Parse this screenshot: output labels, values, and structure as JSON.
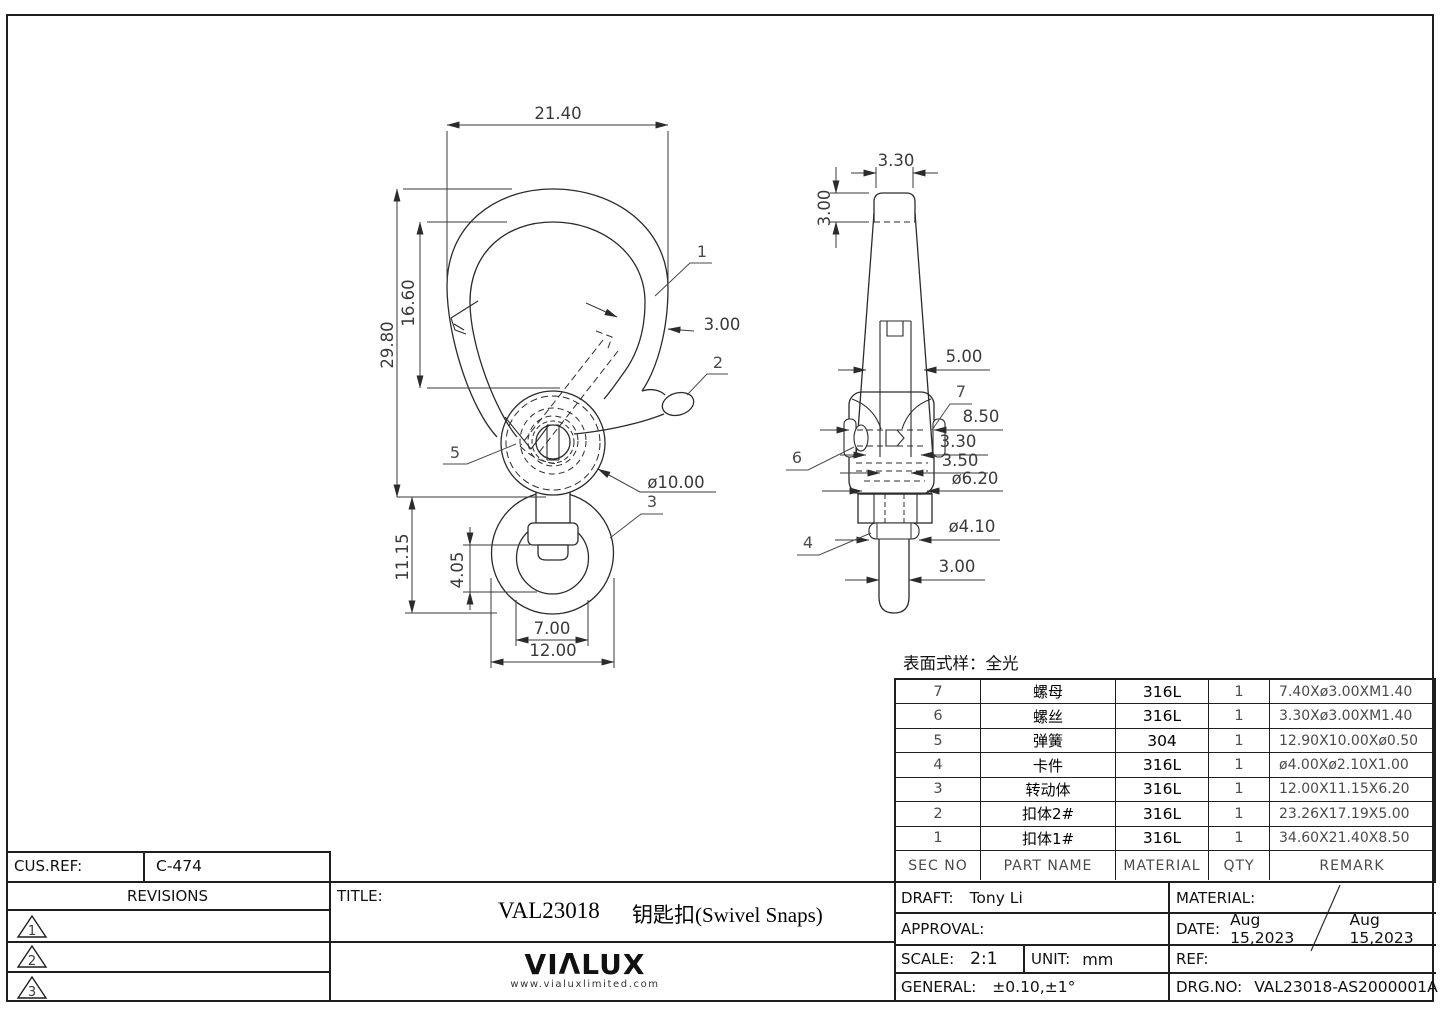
{
  "sheet": {
    "surface_note": "表面式样：全光"
  },
  "front_view": {
    "dims": {
      "width_top": "21.40",
      "height_total": "29.80",
      "opening_height": "16.60",
      "wall": "3.00",
      "body_dia": "ø10.00",
      "swivel_height": "11.15",
      "ring_inner_h": "4.05",
      "ring_inner_w": "7.00",
      "ring_outer_w": "12.00"
    },
    "callouts": {
      "hook": "1",
      "gate": "2",
      "swivel": "3",
      "spring": "5"
    }
  },
  "side_view": {
    "dims": {
      "tip_width": "3.30",
      "tip_height": "3.00",
      "limb_width": "5.00",
      "body_width": "8.50",
      "screw_len": "3.30",
      "slot_width": "3.50",
      "post_dia": "ø6.20",
      "clip_dia": "ø4.10",
      "stem_width": "3.00"
    },
    "callouts": {
      "nut": "7",
      "screw": "6",
      "clip": "4"
    }
  },
  "bom": {
    "headers": {
      "sec": "SEC NO",
      "part": "PART NAME",
      "material": "MATERIAL",
      "qty": "QTY",
      "remark": "REMARK"
    },
    "rows": [
      {
        "sec": "7",
        "part": "螺母",
        "material": "316L",
        "qty": "1",
        "remark": "7.40Xø3.00XM1.40"
      },
      {
        "sec": "6",
        "part": "螺丝",
        "material": "316L",
        "qty": "1",
        "remark": "3.30Xø3.00XM1.40"
      },
      {
        "sec": "5",
        "part": "弹簧",
        "material": "304",
        "qty": "1",
        "remark": "12.90X10.00Xø0.50"
      },
      {
        "sec": "4",
        "part": "卡件",
        "material": "316L",
        "qty": "1",
        "remark": "ø4.00Xø2.10X1.00"
      },
      {
        "sec": "3",
        "part": "转动体",
        "material": "316L",
        "qty": "1",
        "remark": "12.00X11.15X6.20"
      },
      {
        "sec": "2",
        "part": "扣体2#",
        "material": "316L",
        "qty": "1",
        "remark": "23.26X17.19X5.00"
      },
      {
        "sec": "1",
        "part": "扣体1#",
        "material": "316L",
        "qty": "1",
        "remark": "34.60X21.40X8.50"
      }
    ]
  },
  "title_block": {
    "cus_ref_label": "CUS.REF:",
    "cus_ref_value": "C-474",
    "revisions_label": "REVISIONS",
    "revisions": [
      "1",
      "2",
      "3"
    ],
    "title_label": "TITLE:",
    "title_code": "VAL23018",
    "title_name": "钥匙扣(Swivel Snaps)",
    "logo_text": "VIΛLUX",
    "logo_url": "www.vialuxlimited.com",
    "draft_label": "DRAFT:",
    "draft_value": "Tony Li",
    "approval_label": "APPROVAL:",
    "material_label": "MATERIAL:",
    "date_label": "DATE:",
    "date_value_1": "Aug 15,2023",
    "date_value_2": "Aug 15,2023",
    "scale_label": "SCALE:",
    "scale_value": "2:1",
    "unit_label": "UNIT:",
    "unit_value": "mm",
    "ref_label": "REF:",
    "general_label": "GENERAL:",
    "general_value": "±0.10,±1°",
    "drg_no_label": "DRG.NO:",
    "drg_no_value": "VAL23018-AS2000001A"
  }
}
